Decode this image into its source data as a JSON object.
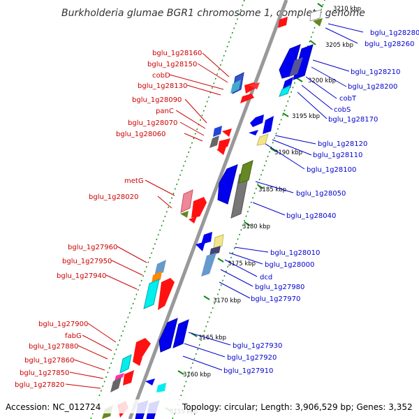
{
  "title": "Burkholderia glumae BGR1 chromosome 1, complete genome",
  "footer": {
    "accession": "Accession: NC_012724",
    "topology": "Topology: circular; Length: 3,906,529 bp; Genes: 3,352"
  },
  "scale_ticks": [
    "3210 kbp",
    "3205 kbp",
    "3200 kbp",
    "3195 kbp",
    "3190 kbp",
    "3185 kbp",
    "3180 kbp",
    "3175 kbp",
    "3170 kbp",
    "3165 kbp",
    "3160 kbp",
    "3155 kbp"
  ],
  "left_labels": [
    "bglu_1g28160",
    "bglu_1g28150",
    "cobD",
    "bglu_1g28130",
    "bglu_1g28090",
    "panC",
    "bglu_1g28070",
    "bglu_1g28060",
    "metG",
    "bglu_1g28020",
    "bglu_1g27960",
    "bglu_1g27950",
    "bglu_1g27940",
    "bglu_1g27900",
    "fabG",
    "bglu_1g27880",
    "bglu_1g27860",
    "bglu_1g27850",
    "bglu_1g27820"
  ],
  "right_labels": [
    "bglu_1g28280",
    "bglu_1g28260",
    "bglu_1g28210",
    "bglu_1g28200",
    "cobT",
    "cobS",
    "bglu_1g28170",
    "bglu_1g28120",
    "bglu_1g28110",
    "bglu_1g28100",
    "bglu_1g28050",
    "bglu_1g28040",
    "bglu_1g28010",
    "bglu_1g28000",
    "dcd",
    "bglu_1g27980",
    "bglu_1g27970",
    "bglu_1g27930",
    "bglu_1g27920",
    "bglu_1g27910"
  ],
  "colors": {
    "left_label": "#cc0000",
    "right_label": "#0000cc",
    "forward_gene": "#ff0000",
    "reverse_gene": "#0000ee",
    "backbone": "#999999",
    "tick": "#008800"
  }
}
